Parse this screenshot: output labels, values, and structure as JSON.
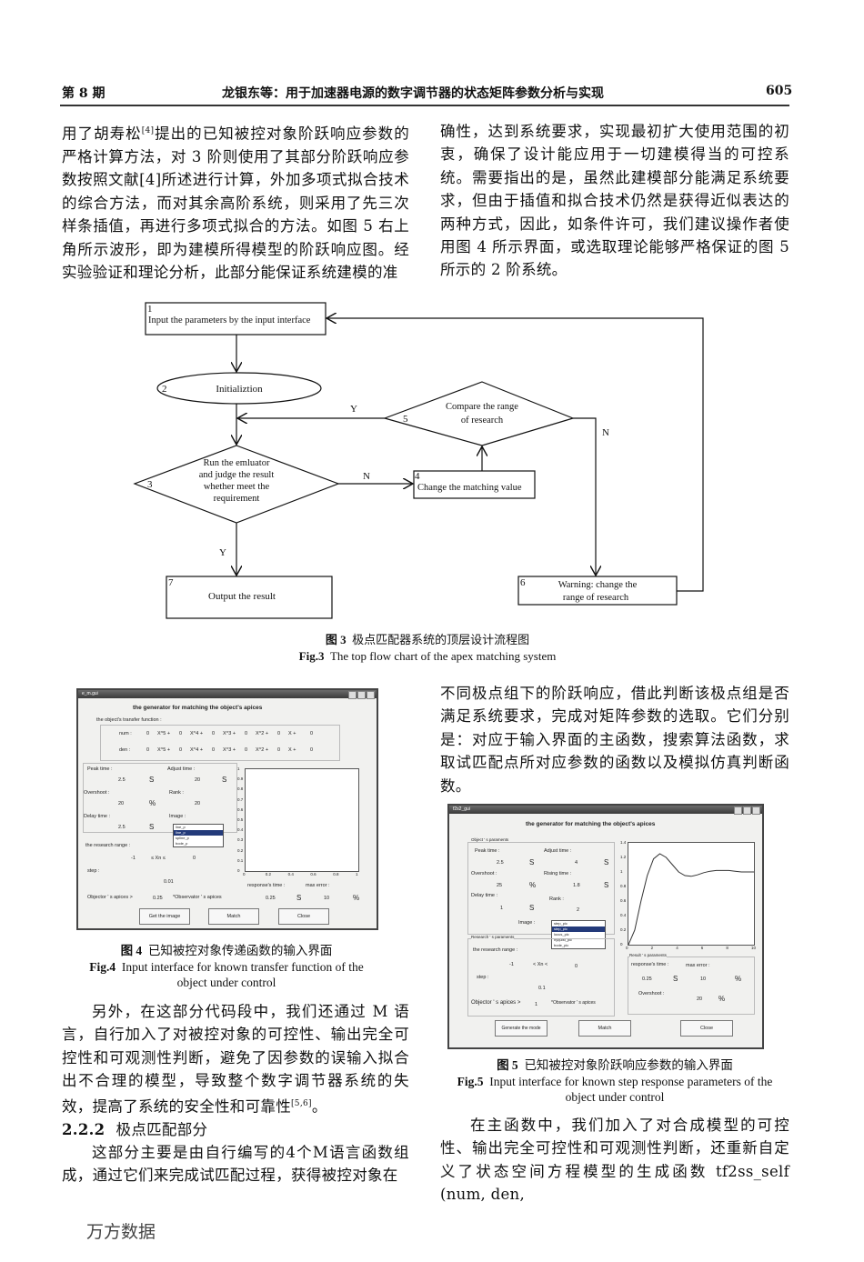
{
  "header": {
    "issue": "第 8 期",
    "title": "龙银东等：用于加速器电源的数字调节器的状态矩阵参数分析与实现",
    "page_number": "605"
  },
  "top_text": {
    "left": [
      "用了胡寿松",
      "[4]",
      "提出的已知被控对象阶跃响应参数的严格计算方法，对 3 阶则使用了其部分阶跃响应参数按照文献[4]所述进行计算，外加多项式拟合技术的综合方法，而对其余高阶系统，则采用了先三次样条插值，再进行多项式拟合的方法。如图 5 右上角所示波形，即为建模所得模型的阶跃响应图。经实验验证和理论分析，此部分能保证系统建模的准"
    ],
    "right": "确性，达到系统要求，实现最初扩大使用范围的初衷，确保了设计能应用于一切建模得当的可控系统。需要指出的是，虽然此建模部分能满足系统要求，但由于插值和拟合技术仍然是获得近似表达的两种方式，因此，如条件许可，我们建议操作者使用图 4 所示界面，或选取理论能够严格保证的图 5 所示的 2 阶系统。"
  },
  "fig3": {
    "nodes": {
      "n1": {
        "num": "1",
        "text": "Input the parameters by the input interface"
      },
      "n2": {
        "num": "2",
        "text": "Initializtion"
      },
      "n3": {
        "num": "3",
        "lines": [
          "Run the emluator",
          "and judge the result",
          "whether meet the",
          "requirement"
        ]
      },
      "n4": {
        "num": "4",
        "text": "Change the matching value"
      },
      "n5": {
        "num": "5",
        "lines": [
          "Compare the range",
          "of research"
        ]
      },
      "n6": {
        "num": "6",
        "lines": [
          "Warning: change the",
          "range of research"
        ]
      },
      "n7": {
        "num": "7",
        "text": "Output the result"
      }
    },
    "edge_labels": {
      "y1": "Y",
      "n1": "N",
      "n2": "N",
      "y2": "Y"
    },
    "caption_cn_label": "图 3",
    "caption_cn": "极点匹配器系统的顶层设计流程图",
    "caption_en_label": "Fig.3",
    "caption_en": "The top flow chart of the apex matching system"
  },
  "fig4": {
    "window_title": "e_m.gui",
    "title": "the generator for matching the object's apices",
    "tf_label": "the object's transfer function :",
    "num_label": "num :",
    "den_label": "den :",
    "coef_value": "0",
    "powers": [
      "X^5 +",
      "X^4 +",
      "X^3 +",
      "X^2 +",
      "X +"
    ],
    "peak_time_label": "Peak time :",
    "peak_time": "2.5",
    "unit_s": "S",
    "adjust_time_label": "Adjust time :",
    "adjust_time": "20",
    "overshoot_label": "Overshoot :",
    "overshoot": "20",
    "unit_pct": "%",
    "rank_label": "Rank :",
    "rank": "20",
    "delay_time_label": "Delay time :",
    "delay_time": "2.5",
    "image_label": "Image :",
    "image_options": [
      "line_p",
      "line_p",
      "spline_p",
      "bode_p"
    ],
    "range_label": "the research range :",
    "range_low": "-1",
    "range_op": "≤ Xn ≤",
    "range_high": "0",
    "step_label": "step :",
    "step": "0.01",
    "ratio_left": "Objector ' s apices >",
    "ratio": "0.25",
    "ratio_right": "*Observator ' s apices",
    "response_time_label": "response's time :",
    "response_time": "0.25",
    "max_error_label": "max error :",
    "max_error": "10",
    "y_ticks": [
      "0",
      "0.1",
      "0.2",
      "0.3",
      "0.4",
      "0.5",
      "0.6",
      "0.7",
      "0.8",
      "0.9",
      "1"
    ],
    "x_ticks": [
      "0",
      "0.2",
      "0.4",
      "0.6",
      "0.8",
      "1"
    ],
    "buttons": [
      "Get the image",
      "Match",
      "Close"
    ],
    "caption_cn_label": "图 4",
    "caption_cn": "已知被控对象传递函数的输入界面",
    "caption_en_label": "Fig.4",
    "caption_en": "Input interface for known transfer function of the object under control"
  },
  "right_mid_text": "不同极点组下的阶跃响应，借此判断该极点组是否满足系统要求，完成对矩阵参数的选取。它们分别是：对应于输入界面的主函数，搜索算法函数，求取试匹配点所对应参数的函数以及模拟仿真判断函数。",
  "fig5": {
    "window_title": "f2s2_gui",
    "title": "the generator for matching the object's apices",
    "obj_params_label": "Object ' s paraments",
    "peak_time_label": "Peak time :",
    "peak_time": "2.5",
    "unit_s": "S",
    "adjust_time_label": "Adjust time :",
    "adjust_time": "4",
    "overshoot_label": "Overshoot :",
    "overshoot": "25",
    "unit_pct": "%",
    "rising_time_label": "Rising time :",
    "rising_time": "1.8",
    "delay_time_label": "Delay time :",
    "delay_time": "1",
    "rank_label": "Rank :",
    "rank": "2",
    "image_label": "Image :",
    "image_options": [
      "step_pic",
      "step_pic",
      "locus_pic",
      "nyquist_pic",
      "bode_pic"
    ],
    "research_params_label": "Research ' s paraments",
    "range_label": "the research range :",
    "range_low": "-1",
    "range_op": "< Xn <",
    "range_high": "0",
    "step_label": "step :",
    "step": "0.1",
    "ratio_left": "Objector ' s apices >",
    "ratio": "1",
    "ratio_right": "*Observator ' s apices",
    "result_params_label": "Result ' s paraments",
    "response_time_label": "response's time :",
    "response_time": "0.25",
    "max_error_label": "max error :",
    "max_error": "10",
    "result_overshoot_label": "Overshoot :",
    "result_overshoot": "20",
    "buttons": [
      "Generate the mode",
      "Match",
      "Close"
    ],
    "plot": {
      "type": "line",
      "x_ticks": [
        "0",
        "2",
        "4",
        "6",
        "8",
        "10"
      ],
      "y_ticks": [
        "0",
        "0.2",
        "0.4",
        "0.6",
        "0.8",
        "1",
        "1.2",
        "1.4"
      ],
      "xlim": [
        0,
        10
      ],
      "ylim": [
        0,
        1.4
      ],
      "x": [
        0,
        0.5,
        1,
        1.5,
        2,
        2.5,
        3,
        3.5,
        4,
        4.5,
        5,
        5.5,
        6,
        6.5,
        7,
        7.5,
        8,
        8.5,
        9,
        9.5,
        10
      ],
      "y": [
        0,
        0.2,
        0.6,
        0.95,
        1.18,
        1.25,
        1.2,
        1.1,
        1.0,
        0.95,
        0.94,
        0.96,
        0.99,
        1.01,
        1.02,
        1.02,
        1.02,
        1.01,
        1.0,
        1.0,
        1.0
      ]
    },
    "caption_cn_label": "图 5",
    "caption_cn": "已知被控对象阶跃响应参数的输入界面",
    "caption_en_label": "Fig.5",
    "caption_en": "Input interface for known step response parameters of the object under control"
  },
  "bottom_left": {
    "para1_a": "另外，在这部分代码段中，我们还通过 M 语言，自行加入了对被控对象的可控性、输出完全可控性和可观测性判断，避免了因参数的误输入拟合出不合理的模型，导致整个数字调节器系统的失效，提高了系统的安全性和可靠性",
    "para1_ref": "[5,6]",
    "para1_end": "。",
    "section_num": "2.2.2",
    "section_title": "极点匹配部分",
    "para2": "这部分主要是由自行编写的4个M语言函数组成，通过它们来完成试匹配过程，获得被控对象在"
  },
  "bottom_right": "在主函数中，我们加入了对合成模型的可控性、输出完全可控性和可观测性判断，还重新自定义了状态空间方程模型的生成函数 tf2ss_self (num, den,",
  "watermark": "万方数据"
}
